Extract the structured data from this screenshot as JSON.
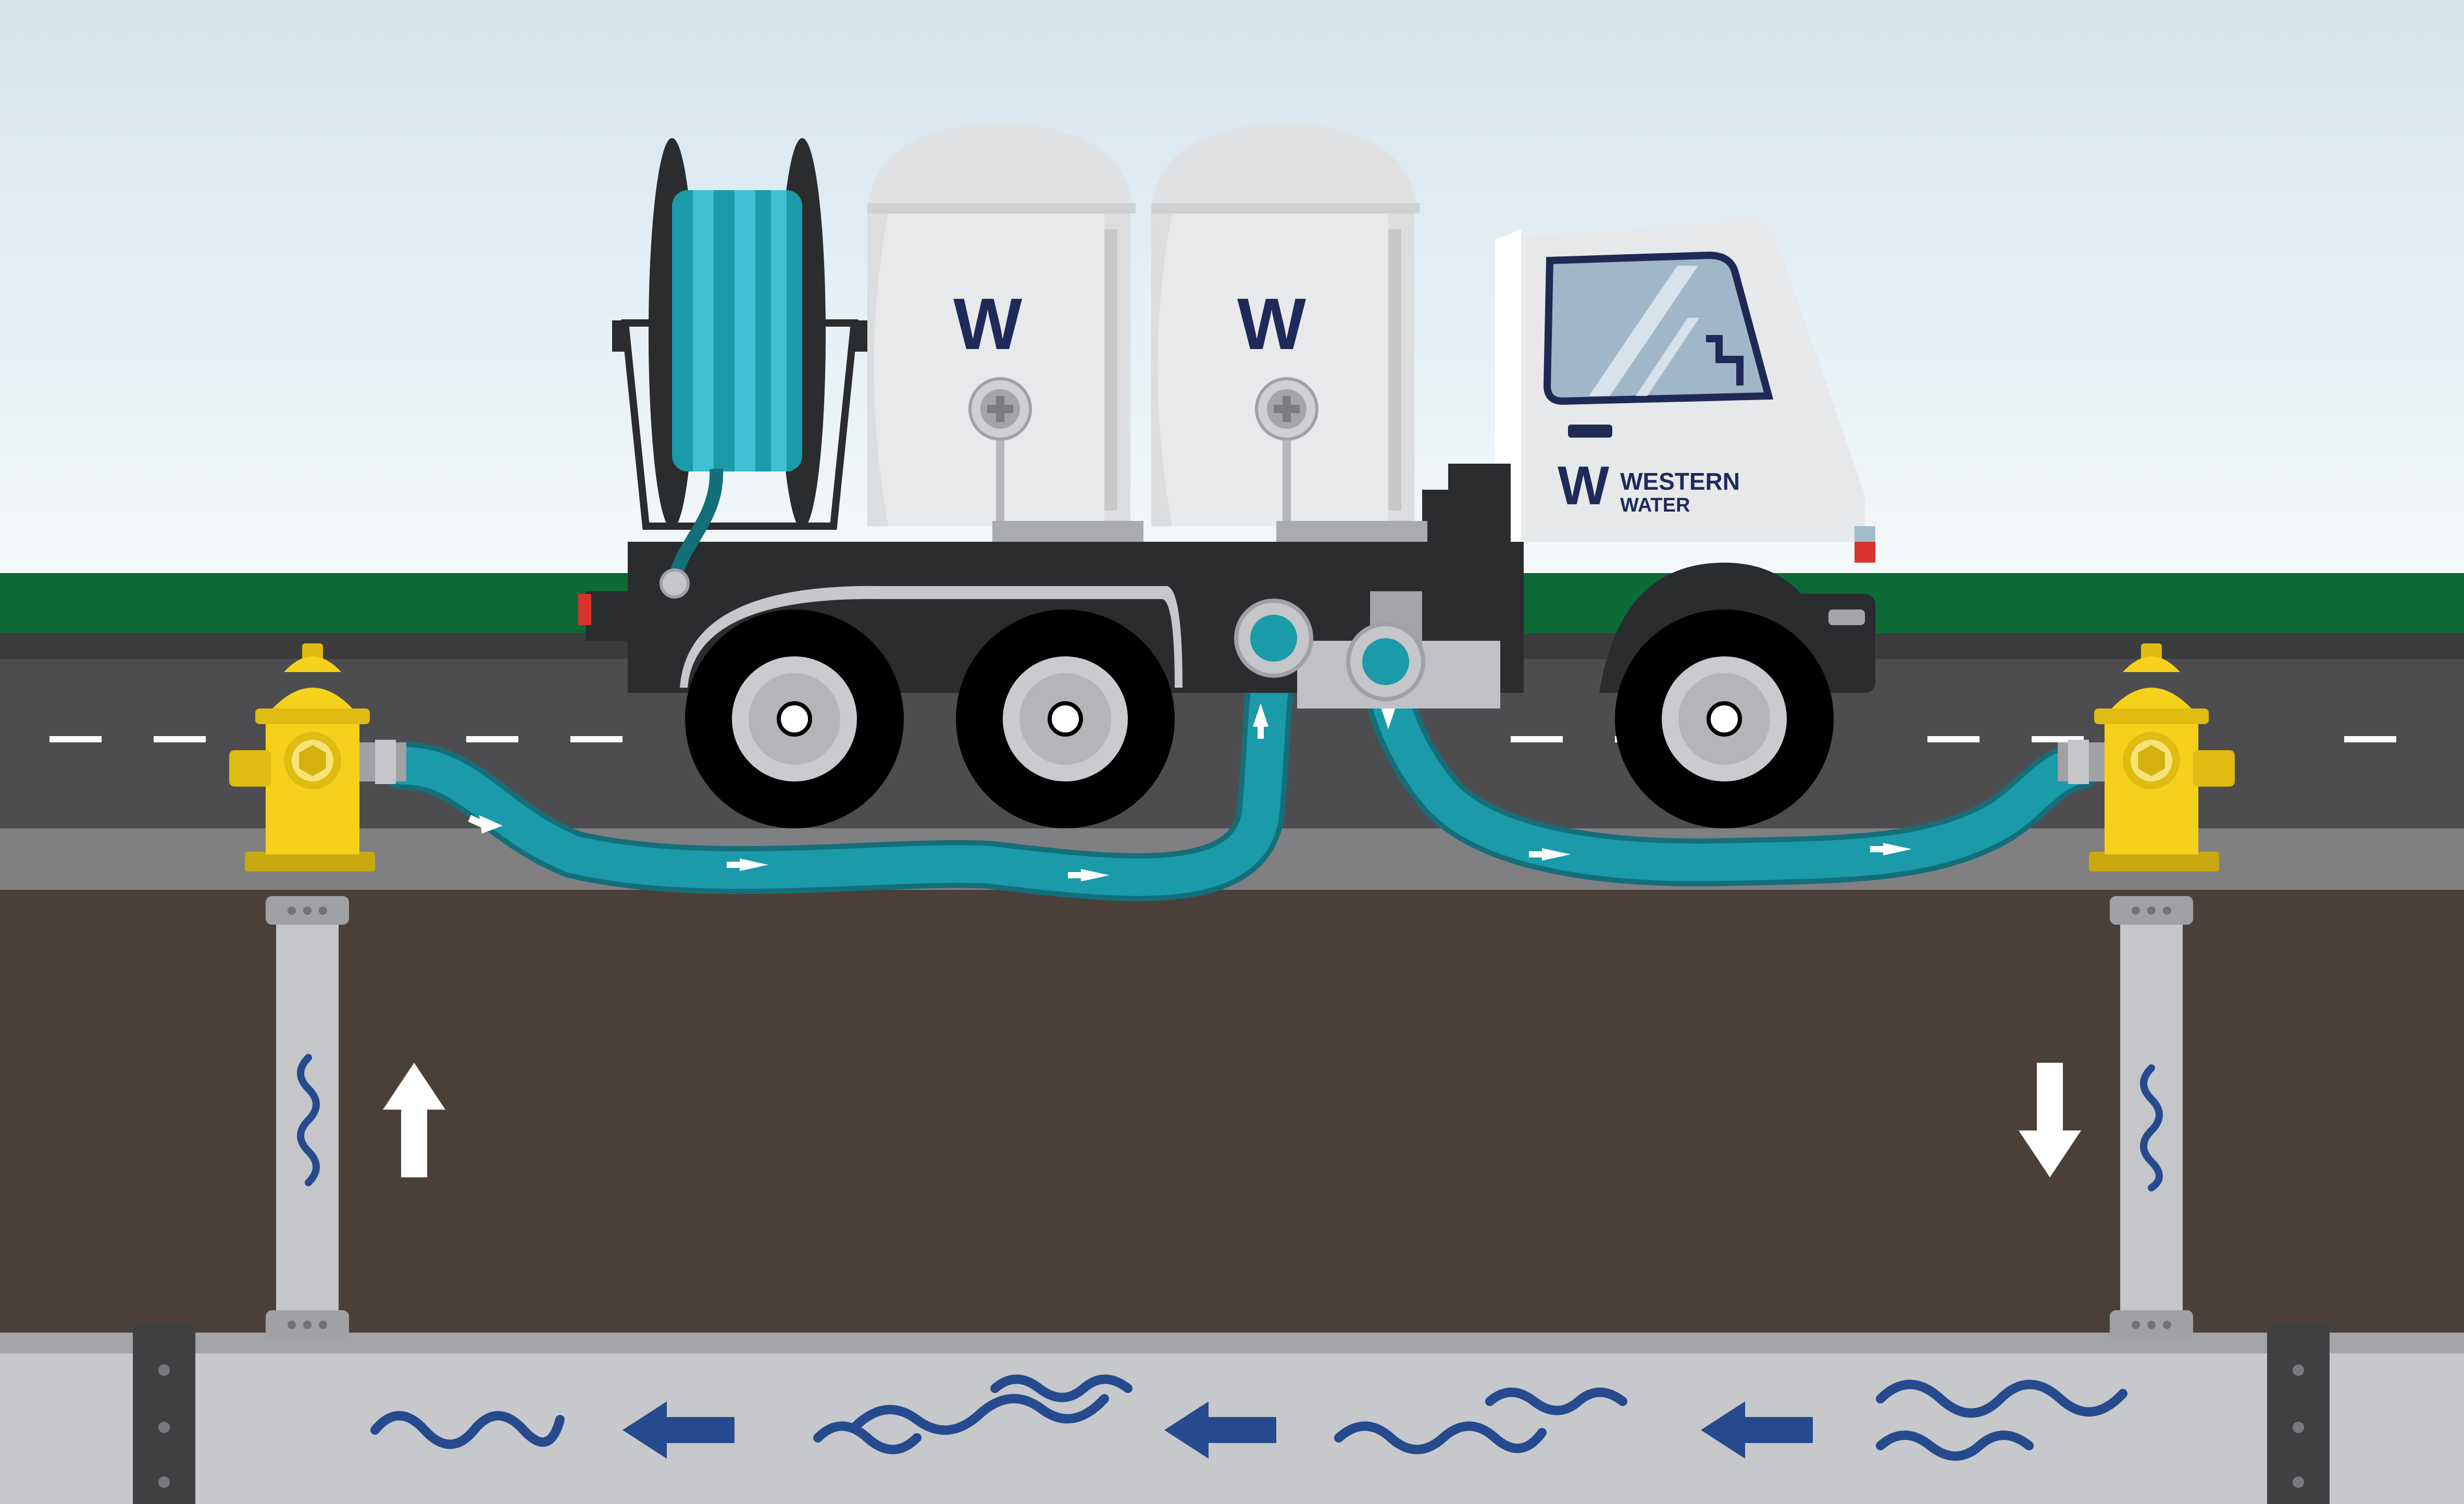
{
  "brand": {
    "name_line1": "WESTERN",
    "name_line2": "WATER",
    "logo_letter": "W"
  },
  "colors": {
    "sky_top": "#d7e6ee",
    "sky_bottom": "#f3f7f9",
    "grass": "#0d6b37",
    "road": "#4d4d4f",
    "road_dark": "#3a3a3c",
    "sidewalk": "#808083",
    "soil": "#4b4039",
    "pipe": "#c4c6c9",
    "hose": "#1a9aa8",
    "hydrant": "#f7d21c",
    "truck_body": "#e6e7e8",
    "truck_frame": "#2b2d2f",
    "brand_navy": "#1f2a5a",
    "brand_teal": "#22b3a8",
    "brand_purple": "#6a4c9c",
    "water_wave": "#274b8f",
    "arrow_white": "#ffffff"
  },
  "icons": {
    "inlet_hydrant": "fire-hydrant-icon",
    "outlet_hydrant": "fire-hydrant-icon",
    "flow_up": "arrow-up-icon",
    "flow_down": "arrow-down-icon",
    "main_flow": "arrow-left-icon",
    "hose_reel": "hose-reel-icon"
  }
}
